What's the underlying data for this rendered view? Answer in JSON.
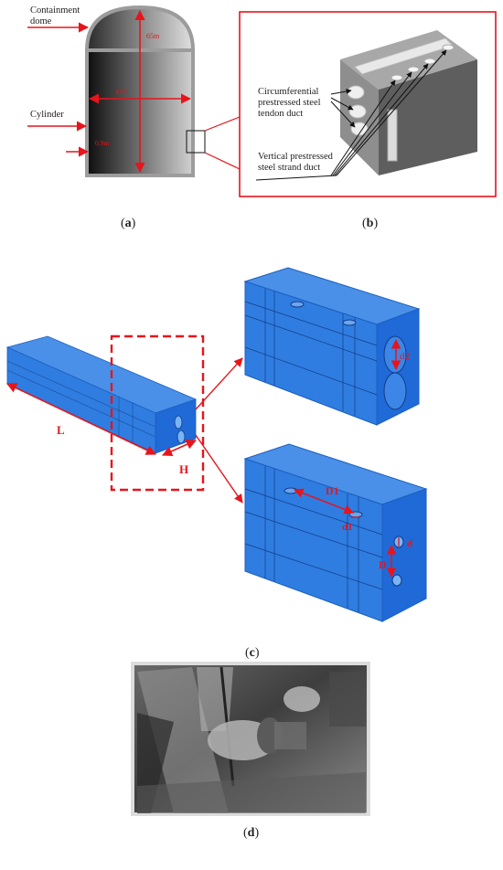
{
  "panel_a": {
    "caption": "(a)",
    "caption_open": "(",
    "caption_letter": "a",
    "caption_close": ")",
    "label_dome": "Containment\ndome",
    "label_dome_l1": "Containment",
    "label_dome_l2": "dome",
    "label_cylinder": "Cylinder",
    "dim_height": "65m",
    "dim_diameter": "47m",
    "dim_thickness": "0.9m"
  },
  "panel_b": {
    "caption_open": "(",
    "caption_letter": "b",
    "caption_close": ")",
    "label_circ_l1": "Circumferential",
    "label_circ_l2": "prestressed steel",
    "label_circ_l3": "tendon duct",
    "label_vert_l1": "Vertical prestressed",
    "label_vert_l2": "steel strand duct"
  },
  "panel_c": {
    "caption_open": "(",
    "caption_letter": "c",
    "caption_close": ")",
    "dim_L": "L",
    "dim_H": "H",
    "dim_d2": "d2",
    "dim_D1": "D1",
    "dim_d1": "d1",
    "dim_D": "D",
    "dim_d": "d"
  },
  "panel_d": {
    "caption_open": "(",
    "caption_letter": "d",
    "caption_close": ")"
  },
  "colors": {
    "accent_red": "#e8141b",
    "model_blue": "#2f7de0",
    "model_blue_dark": "#1c5fc0"
  }
}
